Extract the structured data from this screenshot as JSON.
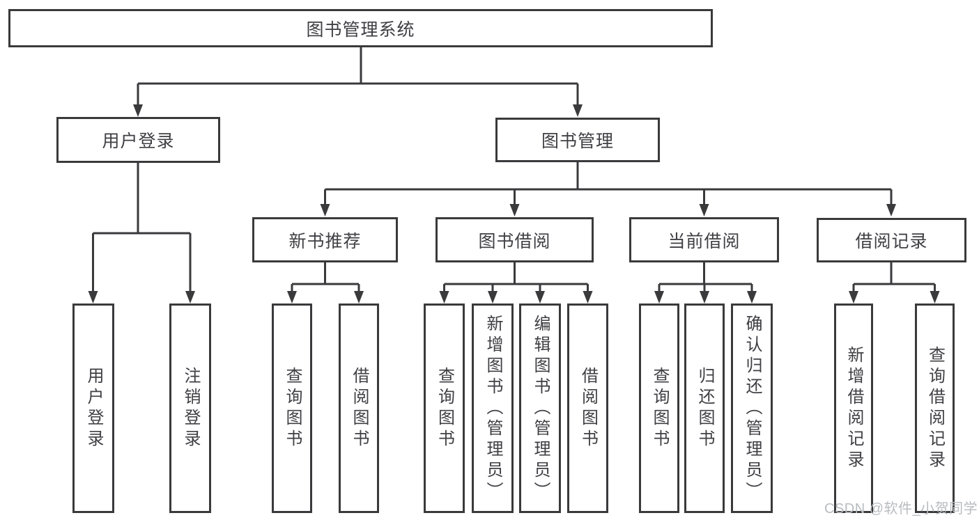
{
  "diagram": {
    "tree": {
      "root": {
        "label": "图书管理系统"
      },
      "branches": [
        {
          "label": "用户登录",
          "children": [
            {
              "label": "用户登录"
            },
            {
              "label": "注销登录"
            }
          ]
        },
        {
          "label": "图书管理",
          "children": [
            {
              "label": "新书推荐",
              "children": [
                {
                  "label": "查询图书"
                },
                {
                  "label": "借阅图书"
                }
              ]
            },
            {
              "label": "图书借阅",
              "children": [
                {
                  "label": "查询图书"
                },
                {
                  "label": "新增图书（管理员）"
                },
                {
                  "label": "编辑图书（管理员）"
                },
                {
                  "label": "借阅图书"
                }
              ]
            },
            {
              "label": "当前借阅",
              "children": [
                {
                  "label": "查询图书"
                },
                {
                  "label": "归还图书"
                },
                {
                  "label": "确认归还（管理员）"
                }
              ]
            },
            {
              "label": "借阅记录",
              "children": [
                {
                  "label": "新增借阅记录"
                },
                {
                  "label": "查询借阅记录"
                }
              ]
            }
          ]
        }
      ]
    },
    "colors": {
      "line": "#3a3a3c",
      "text": "#3f3f44",
      "background": "#ffffff",
      "watermark_text": "#b8bcc0"
    }
  },
  "watermark": {
    "text": "CSDN @软件_小贺同学"
  }
}
